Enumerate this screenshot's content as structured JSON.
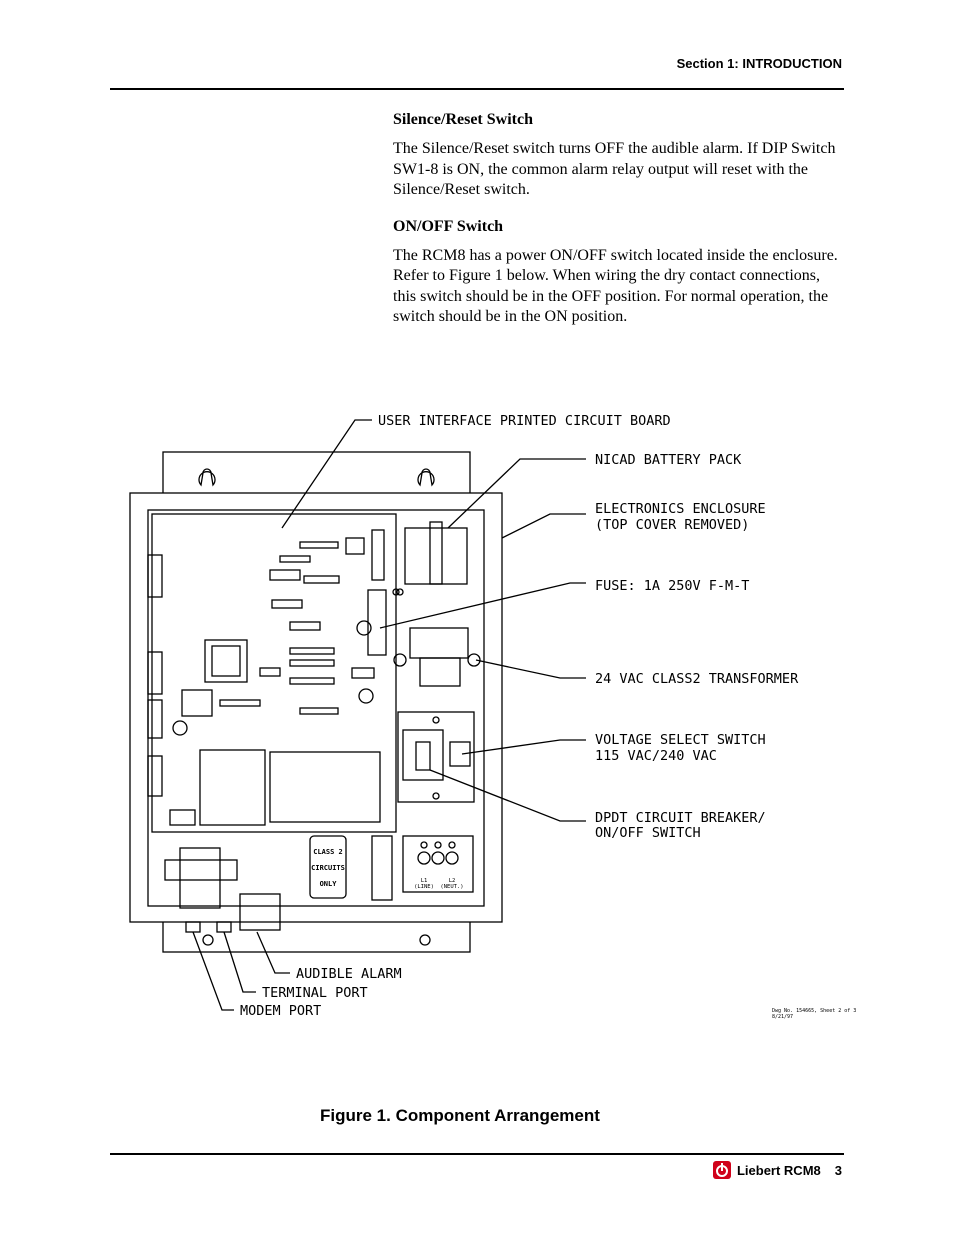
{
  "header": {
    "section": "Section 1:  INTRODUCTION"
  },
  "sections": [
    {
      "heading": "Silence/Reset Switch",
      "text": "The Silence/Reset switch turns OFF the audible alarm.  If DIP Switch SW1-8 is ON, the common alarm relay output will reset with the Silence/Reset switch."
    },
    {
      "heading": "ON/OFF Switch",
      "text": "The RCM8 has a power ON/OFF switch located inside the enclosure. Refer to Figure 1 below. When wiring the dry contact connections, this switch should be in the OFF position. For normal operation, the switch should be in the ON position."
    }
  ],
  "figure": {
    "labels": {
      "ui_board": "USER INTERFACE PRINTED CIRCUIT BOARD",
      "battery": "NICAD BATTERY PACK",
      "enclosure_1": "ELECTRONICS ENCLOSURE",
      "enclosure_2": "(TOP COVER REMOVED)",
      "fuse": "FUSE: 1A   250V   F-M-T",
      "transformer": "24 VAC CLASS2 TRANSFORMER",
      "voltage_1": "VOLTAGE SELECT SWITCH",
      "voltage_2": "115 VAC/240 VAC",
      "breaker_1": "DPDT CIRCUIT BREAKER/",
      "breaker_2": "ON/OFF SWITCH",
      "alarm": "AUDIBLE ALARM",
      "terminal": "TERMINAL PORT",
      "modem": "MODEM PORT"
    },
    "class2": [
      "CLASS 2",
      "CIRCUITS",
      "ONLY"
    ],
    "terminal_labels": [
      "L1",
      "(LINE)",
      "L2",
      "(NEUT.)"
    ],
    "drawing_note_1": "Dwg No. 154665, Sheet 2 of 3",
    "drawing_note_2": "8/21/97",
    "caption": "Figure 1.  Component Arrangement"
  },
  "footer": {
    "brand": "Liebert RCM8",
    "page": "3"
  },
  "colors": {
    "logo": "#d0021b"
  }
}
